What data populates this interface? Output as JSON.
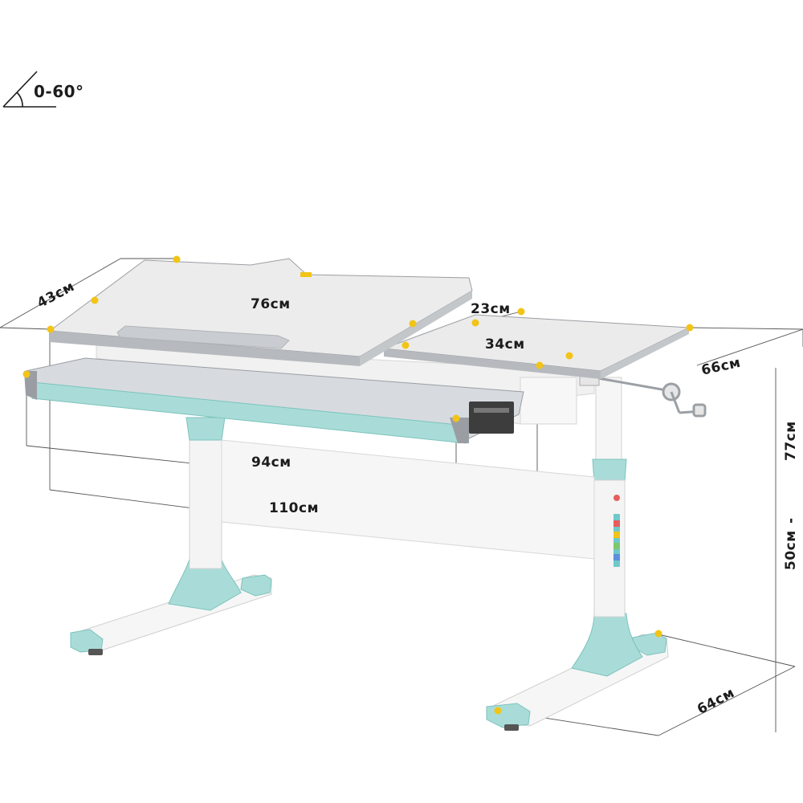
{
  "tilt_angle": "0-60°",
  "dimensions": {
    "top_depth": "43см",
    "tilt_width": "76см",
    "flat_depth": "23см",
    "flat_width": "34см",
    "overall_depth": "66см",
    "drawer_width": "94см",
    "overall_width": "110см",
    "height_max": "77см",
    "height_sep": "-",
    "height_min": "50см",
    "foot_length": "64см"
  },
  "colors": {
    "accent": "#a9dcd8",
    "accent_dark": "#7cc3bd",
    "desktop": "#ececec",
    "edge": "#9a9ea3",
    "frame": "#f4f4f4",
    "marker": "#f2c417"
  }
}
